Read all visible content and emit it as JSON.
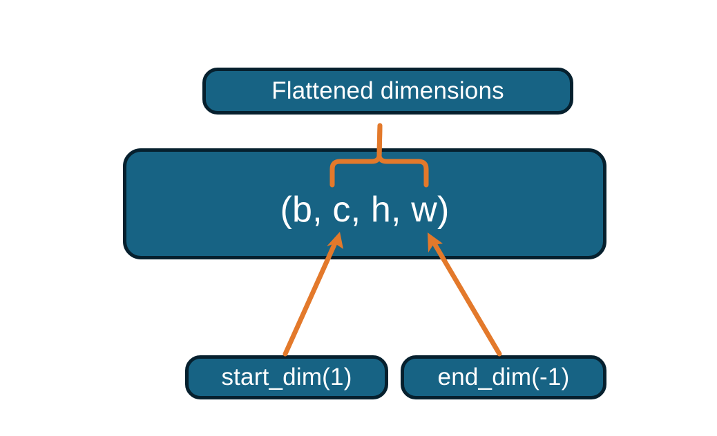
{
  "diagram": {
    "title_node": {
      "id": "flattened-dimensions",
      "label": "Flattened dimensions"
    },
    "shape_node": {
      "id": "tensor-shape",
      "label": "(b, c, h, w)",
      "dims": [
        "b",
        "c",
        "h",
        "w"
      ]
    },
    "argument_nodes": [
      {
        "id": "start-dim",
        "label": "start_dim(1)",
        "argument": "start_dim",
        "value": "1"
      },
      {
        "id": "end-dim",
        "label": "end_dim(-1)",
        "argument": "end_dim",
        "value": "-1"
      }
    ],
    "annotations": {
      "brace": {
        "name": "flatten-range-brace",
        "covers": [
          "c",
          "h",
          "w"
        ],
        "points_to": "flattened-dimensions"
      },
      "arrows": [
        {
          "name": "start-dim-arrow",
          "from": "start-dim",
          "to": "dim-c"
        },
        {
          "name": "end-dim-arrow",
          "from": "end-dim",
          "to": "dim-w"
        }
      ]
    },
    "colors": {
      "background": "#ffffff",
      "node_fill": "#176384",
      "node_border": "#06202E",
      "node_text": "#ffffff",
      "annotation": "#E3792B"
    }
  }
}
